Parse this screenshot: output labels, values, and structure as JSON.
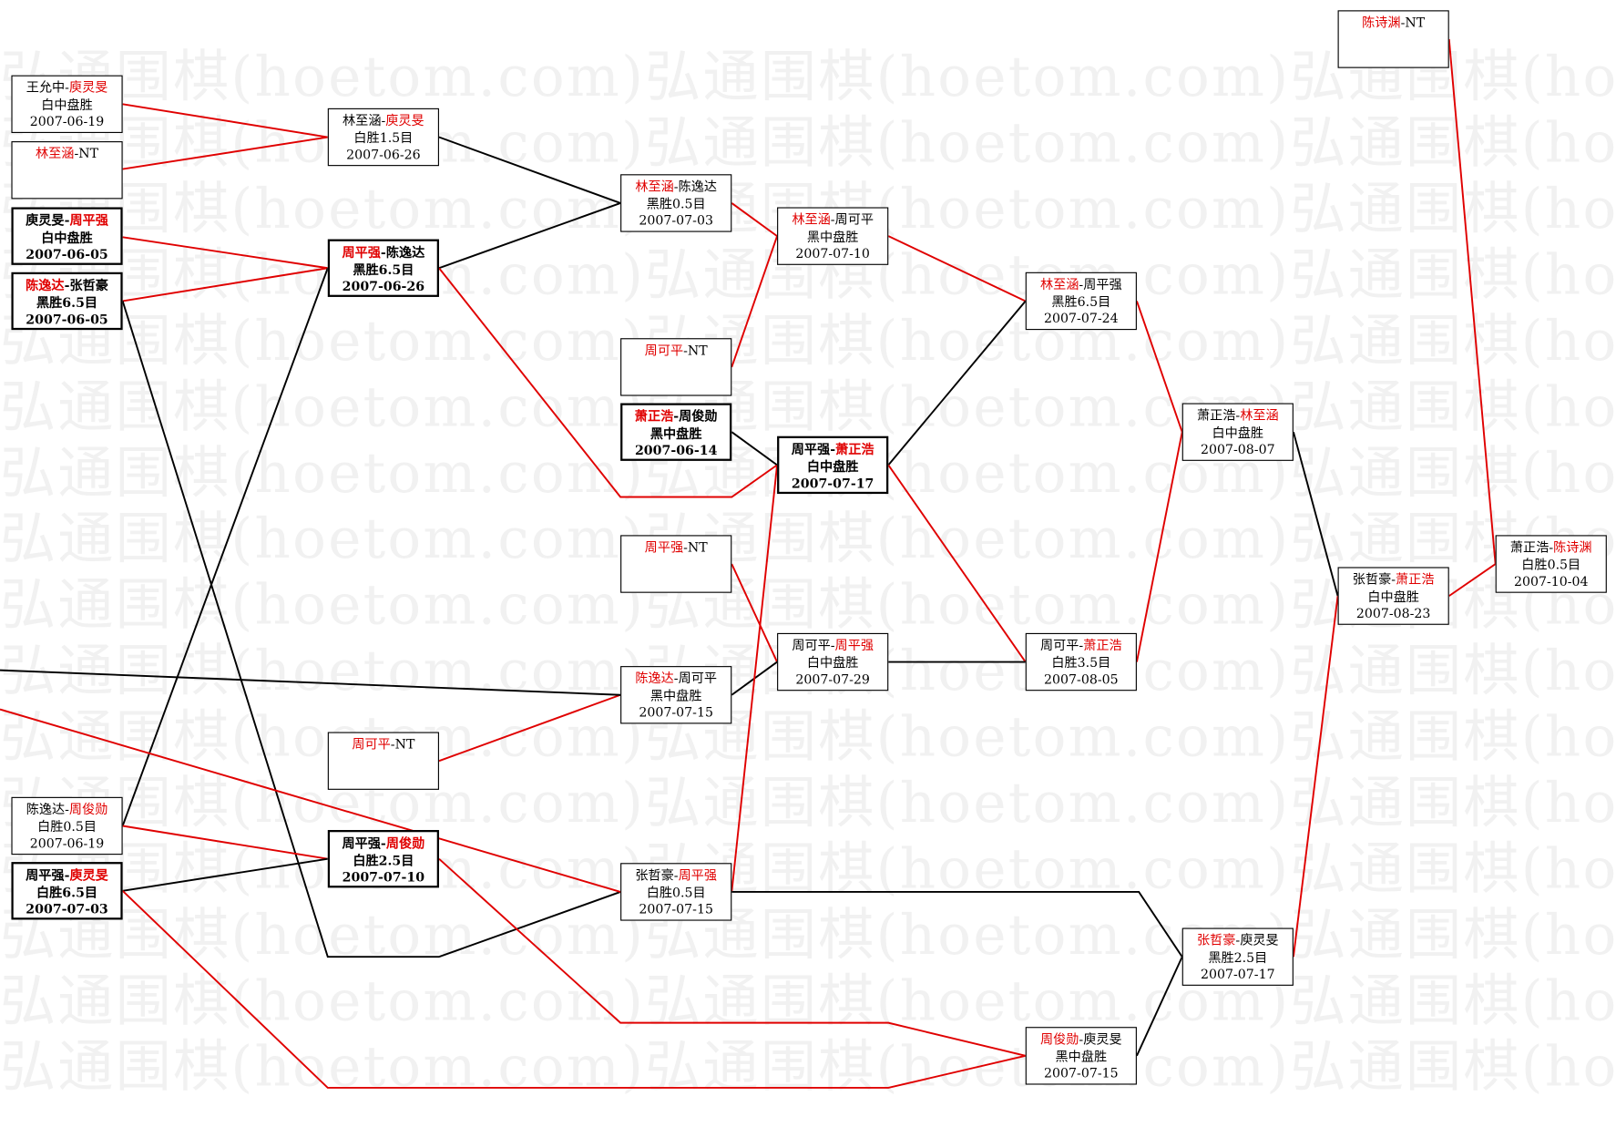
{
  "watermark": {
    "text": "弘通围棋(hoetom.com)"
  },
  "colors": {
    "winner": "#e00000",
    "loser": "#000000",
    "box_border": "#000000"
  },
  "games": [
    {
      "id": "g1",
      "p1": "王允中",
      "p2": "庾灵旻",
      "winner": 2,
      "result": "白中盘胜",
      "date": "2007-06-19"
    },
    {
      "id": "g2",
      "p1": "林至涵",
      "p2": "NT",
      "winner": 1,
      "result": "",
      "date": ""
    },
    {
      "id": "g3",
      "p1": "庾灵旻",
      "p2": "周平强",
      "winner": 2,
      "result": "白中盘胜",
      "date": "2007-06-05",
      "bold": true
    },
    {
      "id": "g4",
      "p1": "陈逸达",
      "p2": "张哲豪",
      "winner": 1,
      "result": "黑胜6.5目",
      "date": "2007-06-05",
      "bold": true
    },
    {
      "id": "g5",
      "p1": "陈逸达",
      "p2": "周俊勋",
      "winner": 2,
      "result": "白胜0.5目",
      "date": "2007-06-19"
    },
    {
      "id": "g6",
      "p1": "周平强",
      "p2": "庾灵旻",
      "winner": 2,
      "result": "白胜6.5目",
      "date": "2007-07-03",
      "bold": true
    },
    {
      "id": "g7",
      "p1": "林至涵",
      "p2": "庾灵旻",
      "winner": 2,
      "result": "白胜1.5目",
      "date": "2007-06-26"
    },
    {
      "id": "g8",
      "p1": "周平强",
      "p2": "陈逸达",
      "winner": 1,
      "result": "黑胜6.5目",
      "date": "2007-06-26",
      "bold": true
    },
    {
      "id": "g9",
      "p1": "周可平",
      "p2": "NT",
      "winner": 1,
      "result": "",
      "date": ""
    },
    {
      "id": "g10",
      "p1": "周平强",
      "p2": "周俊勋",
      "winner": 2,
      "result": "白胜2.5目",
      "date": "2007-07-10",
      "bold": true
    },
    {
      "id": "g11",
      "p1": "林至涵",
      "p2": "陈逸达",
      "winner": 1,
      "result": "黑胜0.5目",
      "date": "2007-07-03"
    },
    {
      "id": "g12",
      "p1": "周可平",
      "p2": "NT",
      "winner": 1,
      "result": "",
      "date": ""
    },
    {
      "id": "g13",
      "p1": "萧正浩",
      "p2": "周俊勋",
      "winner": 1,
      "result": "黑中盘胜",
      "date": "2007-06-14",
      "bold": true
    },
    {
      "id": "g14",
      "p1": "周平强",
      "p2": "NT",
      "winner": 1,
      "result": "",
      "date": ""
    },
    {
      "id": "g15",
      "p1": "陈逸达",
      "p2": "周可平",
      "winner": 1,
      "result": "黑中盘胜",
      "date": "2007-07-15"
    },
    {
      "id": "g16",
      "p1": "张哲豪",
      "p2": "周平强",
      "winner": 2,
      "result": "白胜0.5目",
      "date": "2007-07-15"
    },
    {
      "id": "g17",
      "p1": "林至涵",
      "p2": "周可平",
      "winner": 1,
      "result": "黑中盘胜",
      "date": "2007-07-10"
    },
    {
      "id": "g18",
      "p1": "周平强",
      "p2": "萧正浩",
      "winner": 2,
      "result": "白中盘胜",
      "date": "2007-07-17",
      "bold": true
    },
    {
      "id": "g19",
      "p1": "周可平",
      "p2": "周平强",
      "winner": 2,
      "result": "白中盘胜",
      "date": "2007-07-29"
    },
    {
      "id": "g20",
      "p1": "林至涵",
      "p2": "周平强",
      "winner": 1,
      "result": "黑胜6.5目",
      "date": "2007-07-24"
    },
    {
      "id": "g21",
      "p1": "周可平",
      "p2": "萧正浩",
      "winner": 2,
      "result": "白胜3.5目",
      "date": "2007-08-05"
    },
    {
      "id": "g22",
      "p1": "周俊勋",
      "p2": "庾灵旻",
      "winner": 1,
      "result": "黑中盘胜",
      "date": "2007-07-15"
    },
    {
      "id": "g23",
      "p1": "萧正浩",
      "p2": "林至涵",
      "winner": 2,
      "result": "白中盘胜",
      "date": "2007-08-07"
    },
    {
      "id": "g24",
      "p1": "张哲豪",
      "p2": "庾灵旻",
      "winner": 1,
      "result": "黑胜2.5目",
      "date": "2007-07-17"
    },
    {
      "id": "g25",
      "p1": "张哲豪",
      "p2": "萧正浩",
      "winner": 2,
      "result": "白中盘胜",
      "date": "2007-08-23"
    },
    {
      "id": "g26",
      "p1": "陈诗渊",
      "p2": "NT",
      "winner": 1,
      "result": "",
      "date": ""
    },
    {
      "id": "g27",
      "p1": "萧正浩",
      "p2": "陈诗渊",
      "winner": 2,
      "result": "白胜0.5目",
      "date": "2007-10-04"
    }
  ]
}
